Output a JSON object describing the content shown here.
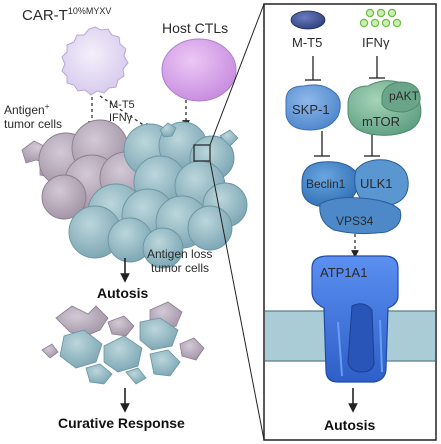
{
  "left": {
    "cart_label": "CAR-T",
    "cart_superscript": "10%MYXV",
    "host_ctl_label": "Host CTLs",
    "signal_line1": "M-T5",
    "signal_line2": "IFNγ",
    "antigen_pos_line1": "Antigen",
    "antigen_pos_sup": "+",
    "antigen_pos_line2": "tumor cells",
    "antigen_loss_line1": "Antigen loss",
    "antigen_loss_line2": "tumor cells",
    "autosis_label": "Autosis",
    "curative_label": "Curative Response"
  },
  "right": {
    "mt5_label": "M-T5",
    "ifn_label": "IFNγ",
    "skp1_label": "SKP-1",
    "pakt_label": "pAKT",
    "mtor_label": "mTOR",
    "beclin_label": "Beclin1",
    "ulk1_label": "ULK1",
    "vps34_label": "VPS34",
    "atp_label": "ATP1A1",
    "autosis_label": "Autosis"
  },
  "colors": {
    "cart_cell": "#e6dcf3",
    "host_cell": "#d7a7ea",
    "tumor_blue": "#8fb7c2",
    "tumor_purple": "#b4a7b8",
    "mt5": "#3a4d8e",
    "ifn": "#7acc52",
    "skp1": "#5d95d6",
    "mtor": "#7bb595",
    "beclin": "#3f82c8",
    "atp": "#3f73dc",
    "membrane": "#a9ccd6"
  }
}
